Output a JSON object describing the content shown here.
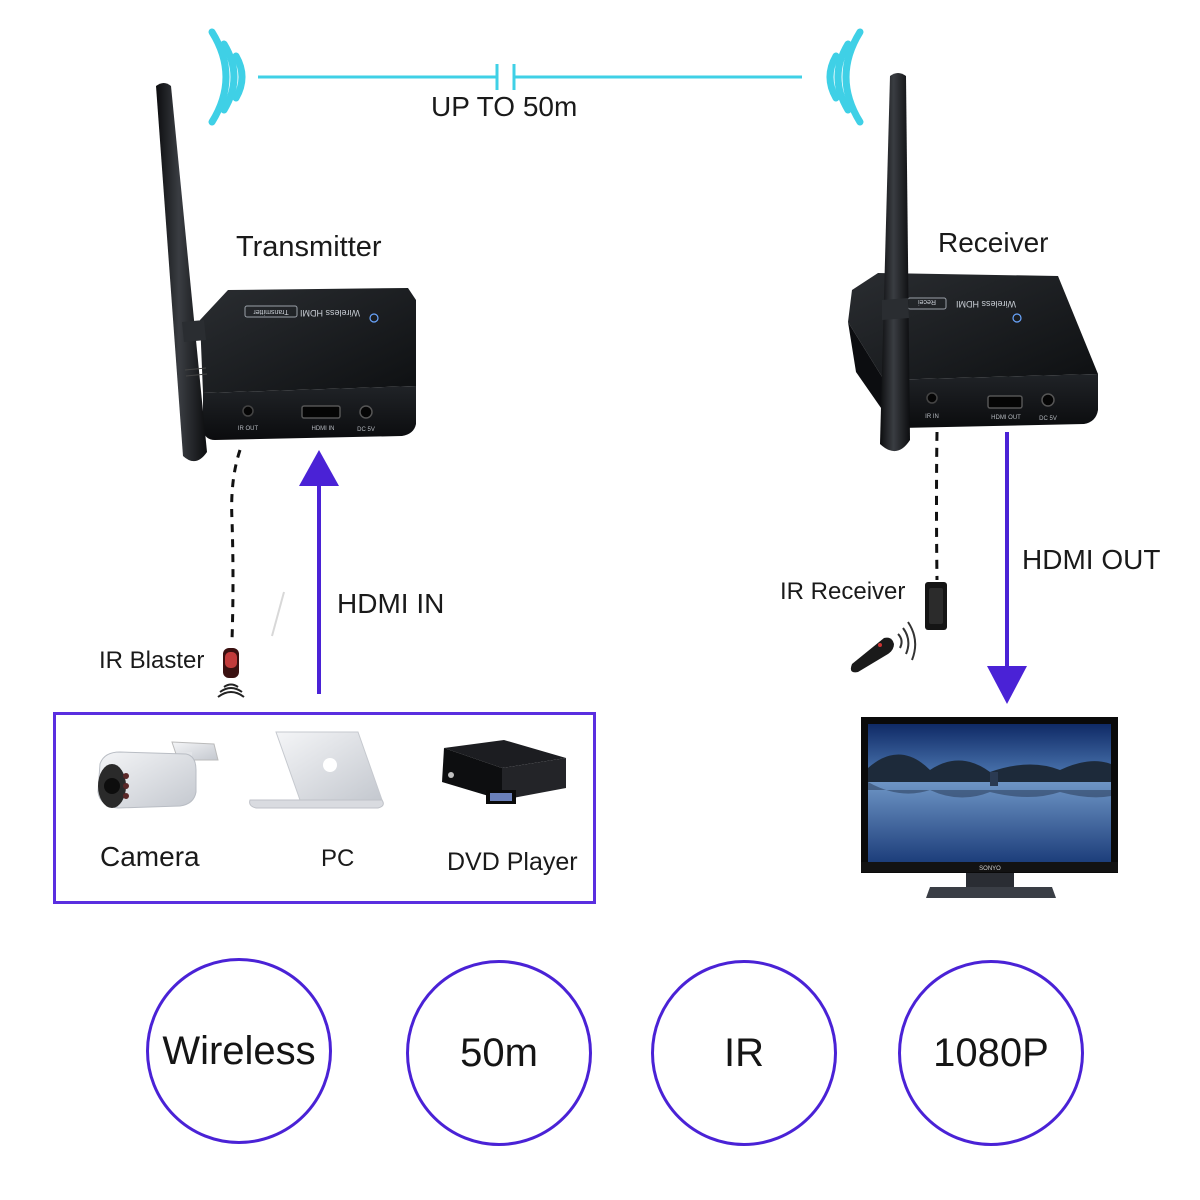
{
  "range_label": "UP TO 50m",
  "transmitter": {
    "title": "Transmitter",
    "device_text": "Wireless HDMI",
    "device_badge": "Transmitter",
    "ports": [
      "IR OUT",
      "HDMI IN",
      "DC 5V"
    ]
  },
  "receiver": {
    "title": "Receiver",
    "device_text": "Wireless HDMI",
    "device_badge": "Recei",
    "ports": [
      "IR IN",
      "HDMI OUT",
      "DC 5V"
    ]
  },
  "hdmi_in_label": "HDMI IN",
  "hdmi_out_label": "HDMI OUT",
  "ir_blaster_label": "IR Blaster",
  "ir_receiver_label": "IR Receiver",
  "sources": [
    {
      "label": "Camera",
      "icon": "camera-icon"
    },
    {
      "label": "PC",
      "icon": "laptop-icon"
    },
    {
      "label": "DVD Player",
      "icon": "dvd-player-icon"
    }
  ],
  "monitor_brand": "SONYO",
  "features": [
    "Wireless",
    "50m",
    "IR",
    "1080P"
  ],
  "colors": {
    "accent_purple": "#4a22d6",
    "signal_cyan": "#3fd0e6",
    "device_black": "#16181b"
  }
}
